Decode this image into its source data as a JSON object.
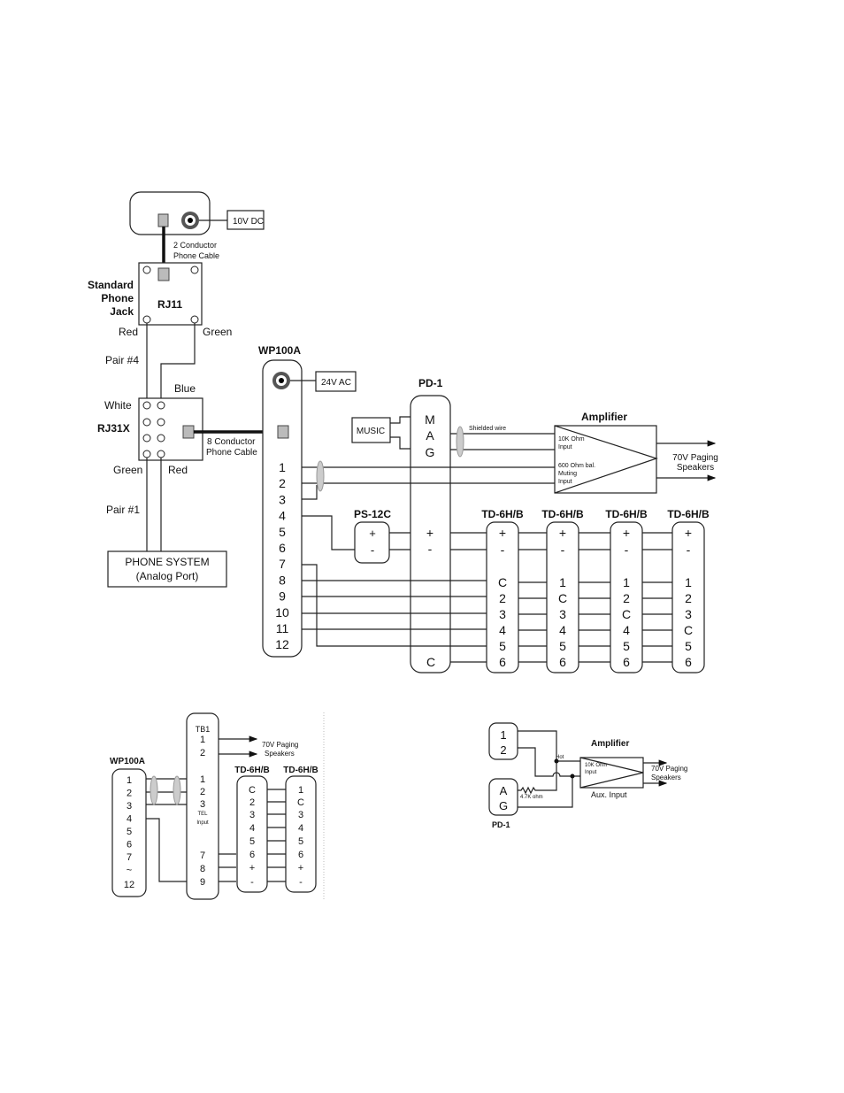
{
  "main_diagram": {
    "top_device": {
      "power_label": "10V DC",
      "cable_label": [
        "2 Conductor",
        "Phone Cable"
      ]
    },
    "phone_jack": {
      "title": [
        "Standard",
        "Phone",
        "Jack"
      ],
      "label": "RJ11",
      "left_wire": "Red",
      "right_wire": "Green",
      "pair": "Pair #4"
    },
    "rj31x": {
      "label": "RJ31X",
      "top_left_wire": "White",
      "top_right_wire": "Blue",
      "bottom_left_wire": "Green",
      "bottom_right_wire": "Red",
      "pair": "Pair #1",
      "cable_label": [
        "8 Conductor",
        "Phone Cable"
      ]
    },
    "phone_system": {
      "label": [
        "PHONE SYSTEM",
        "(Analog Port)"
      ]
    },
    "wp100a": {
      "title": "WP100A",
      "power_label": "24V AC",
      "terminals": [
        "1",
        "2",
        "3",
        "4",
        "5",
        "6",
        "7",
        "8",
        "9",
        "10",
        "11",
        "12"
      ]
    },
    "pd1": {
      "title": "PD-1",
      "terminals_top": [
        "M",
        "A",
        "G"
      ],
      "plus": "+",
      "minus": "-",
      "common": "C"
    },
    "music": {
      "label": "MUSIC"
    },
    "shielded_wire": "Shielded wire",
    "amplifier": {
      "title": "Amplifier",
      "input1": [
        "10K Ohm",
        "Input"
      ],
      "input2": [
        "600 Ohm bal.",
        "Muting",
        "Input"
      ],
      "output": [
        "70V Paging",
        "Speakers"
      ]
    },
    "ps12c": {
      "title": "PS-12C",
      "plus": "+",
      "minus": "-"
    },
    "td_units": [
      {
        "title": "TD-6H/B",
        "terminals": [
          "+",
          "-",
          "C",
          "2",
          "3",
          "4",
          "5",
          "6"
        ]
      },
      {
        "title": "TD-6H/B",
        "terminals": [
          "+",
          "-",
          "1",
          "C",
          "3",
          "4",
          "5",
          "6"
        ]
      },
      {
        "title": "TD-6H/B",
        "terminals": [
          "+",
          "-",
          "1",
          "2",
          "C",
          "4",
          "5",
          "6"
        ]
      },
      {
        "title": "TD-6H/B",
        "terminals": [
          "+",
          "-",
          "1",
          "2",
          "3",
          "C",
          "5",
          "6"
        ]
      }
    ]
  },
  "inset_left": {
    "wp100a": {
      "title": "WP100A",
      "terminals": [
        "1",
        "2",
        "3",
        "4",
        "5",
        "6",
        "7",
        "~",
        "12"
      ]
    },
    "tb1": {
      "title": "TB1",
      "top_terminals": [
        "1",
        "2"
      ],
      "tel_terminals": [
        "1",
        "2",
        "3"
      ],
      "tel_label": [
        "TEL",
        "Input"
      ],
      "bottom_terminals": [
        "7",
        "8",
        "9"
      ]
    },
    "output": [
      "70V Paging",
      "Speakers"
    ],
    "td_units": [
      {
        "title": "TD-6H/B",
        "terminals": [
          "C",
          "2",
          "3",
          "4",
          "5",
          "6",
          "+",
          "-"
        ]
      },
      {
        "title": "TD-6H/B",
        "terminals": [
          "1",
          "C",
          "3",
          "4",
          "5",
          "6",
          "+",
          "-"
        ]
      }
    ]
  },
  "inset_right": {
    "wp_terminals": [
      "1",
      "2"
    ],
    "pd1": {
      "title": "PD-1",
      "terminals": [
        "A",
        "G"
      ]
    },
    "amplifier": {
      "title": "Amplifier",
      "input": [
        "10K Ohm",
        "Input"
      ],
      "aux_label": "Aux. Input",
      "output": [
        "70V Paging",
        "Speakers"
      ]
    },
    "hot_label": "Hot",
    "resistor_label": "4.7K ohm"
  }
}
